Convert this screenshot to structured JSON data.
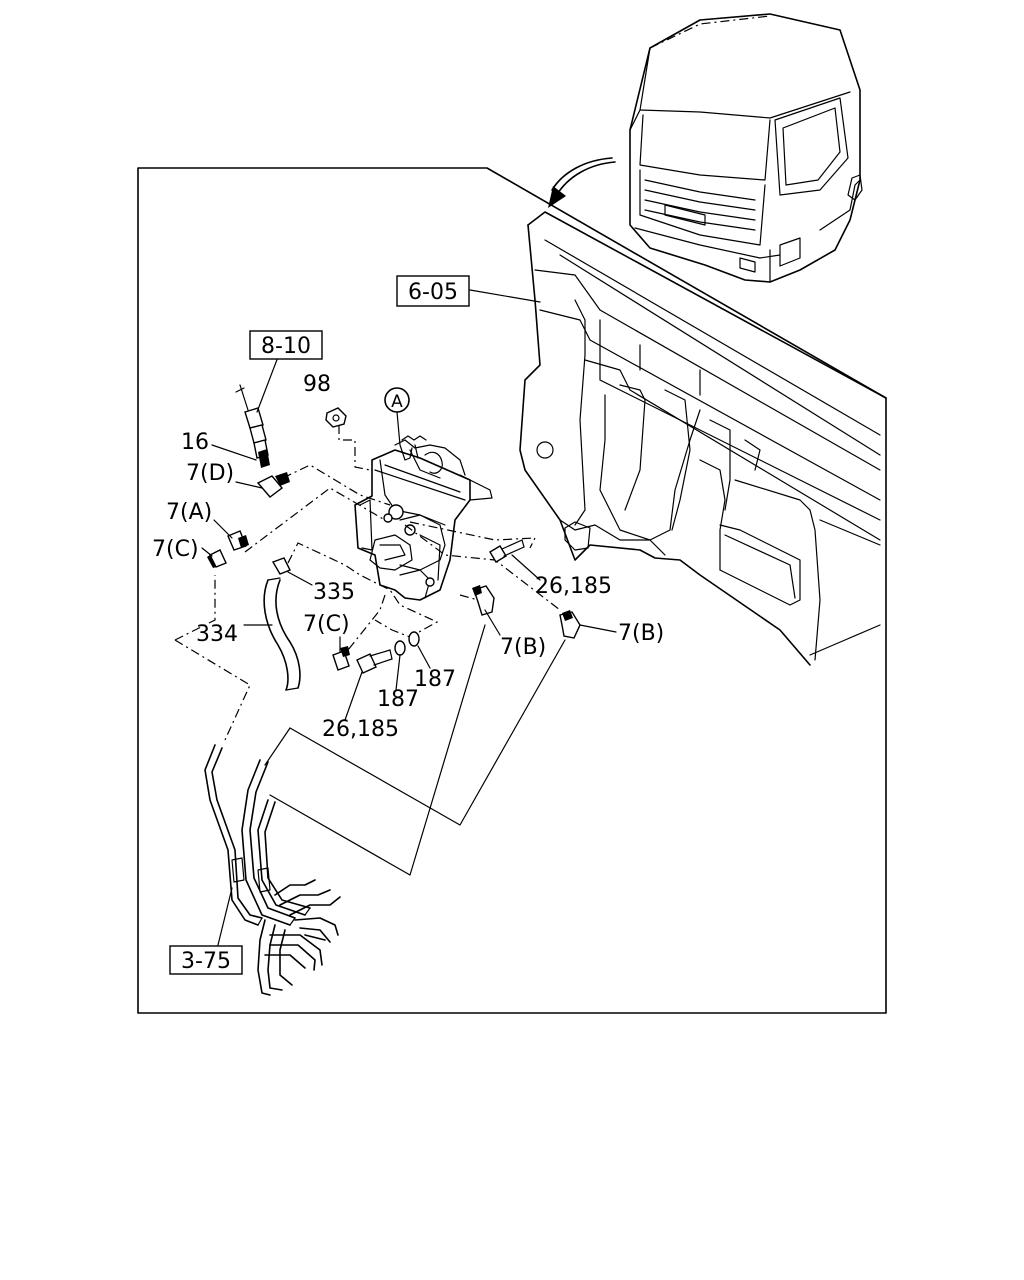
{
  "ref_boxes": {
    "r805": "6-05",
    "r810": "8-10",
    "r375": "3-75"
  },
  "detail_marker": "A",
  "callouts": {
    "c98": "98",
    "c16": "16",
    "c7d": "7(D)",
    "c7a": "7(A)",
    "c7c_left": "7(C)",
    "c335": "335",
    "c334": "334",
    "c7c_mid": "7(C)",
    "c26185_top": "26,185",
    "c7b_mid": "7(B)",
    "c7b_right": "7(B)",
    "c187_right": "187",
    "c187_left": "187",
    "c26185_bottom": "26,185"
  }
}
